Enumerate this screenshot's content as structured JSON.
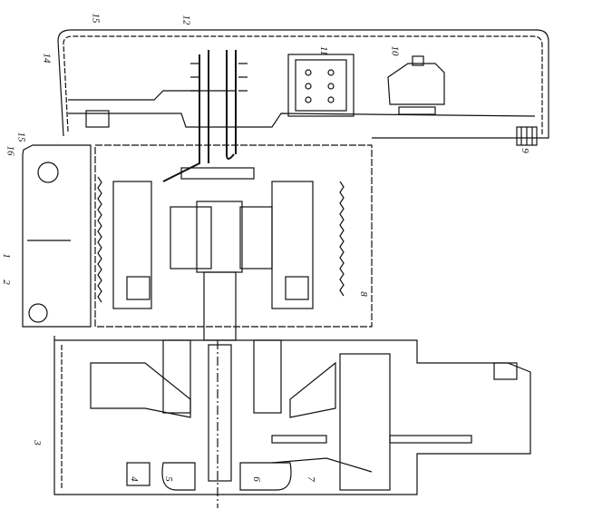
{
  "figure": {
    "labels": [
      {
        "id": "l15a",
        "text": "15"
      },
      {
        "id": "l12",
        "text": "12"
      },
      {
        "id": "l11",
        "text": "11"
      },
      {
        "id": "l10",
        "text": "10"
      },
      {
        "id": "l14",
        "text": "14"
      },
      {
        "id": "l9",
        "text": "9"
      },
      {
        "id": "l15b",
        "text": "15"
      },
      {
        "id": "l16",
        "text": "16"
      },
      {
        "id": "l1",
        "text": "1"
      },
      {
        "id": "l2",
        "text": "2"
      },
      {
        "id": "l8",
        "text": "8"
      },
      {
        "id": "l3",
        "text": "3"
      },
      {
        "id": "l4",
        "text": "4"
      },
      {
        "id": "l5",
        "text": "5"
      },
      {
        "id": "l6",
        "text": "6"
      },
      {
        "id": "l7",
        "text": "7"
      }
    ]
  }
}
